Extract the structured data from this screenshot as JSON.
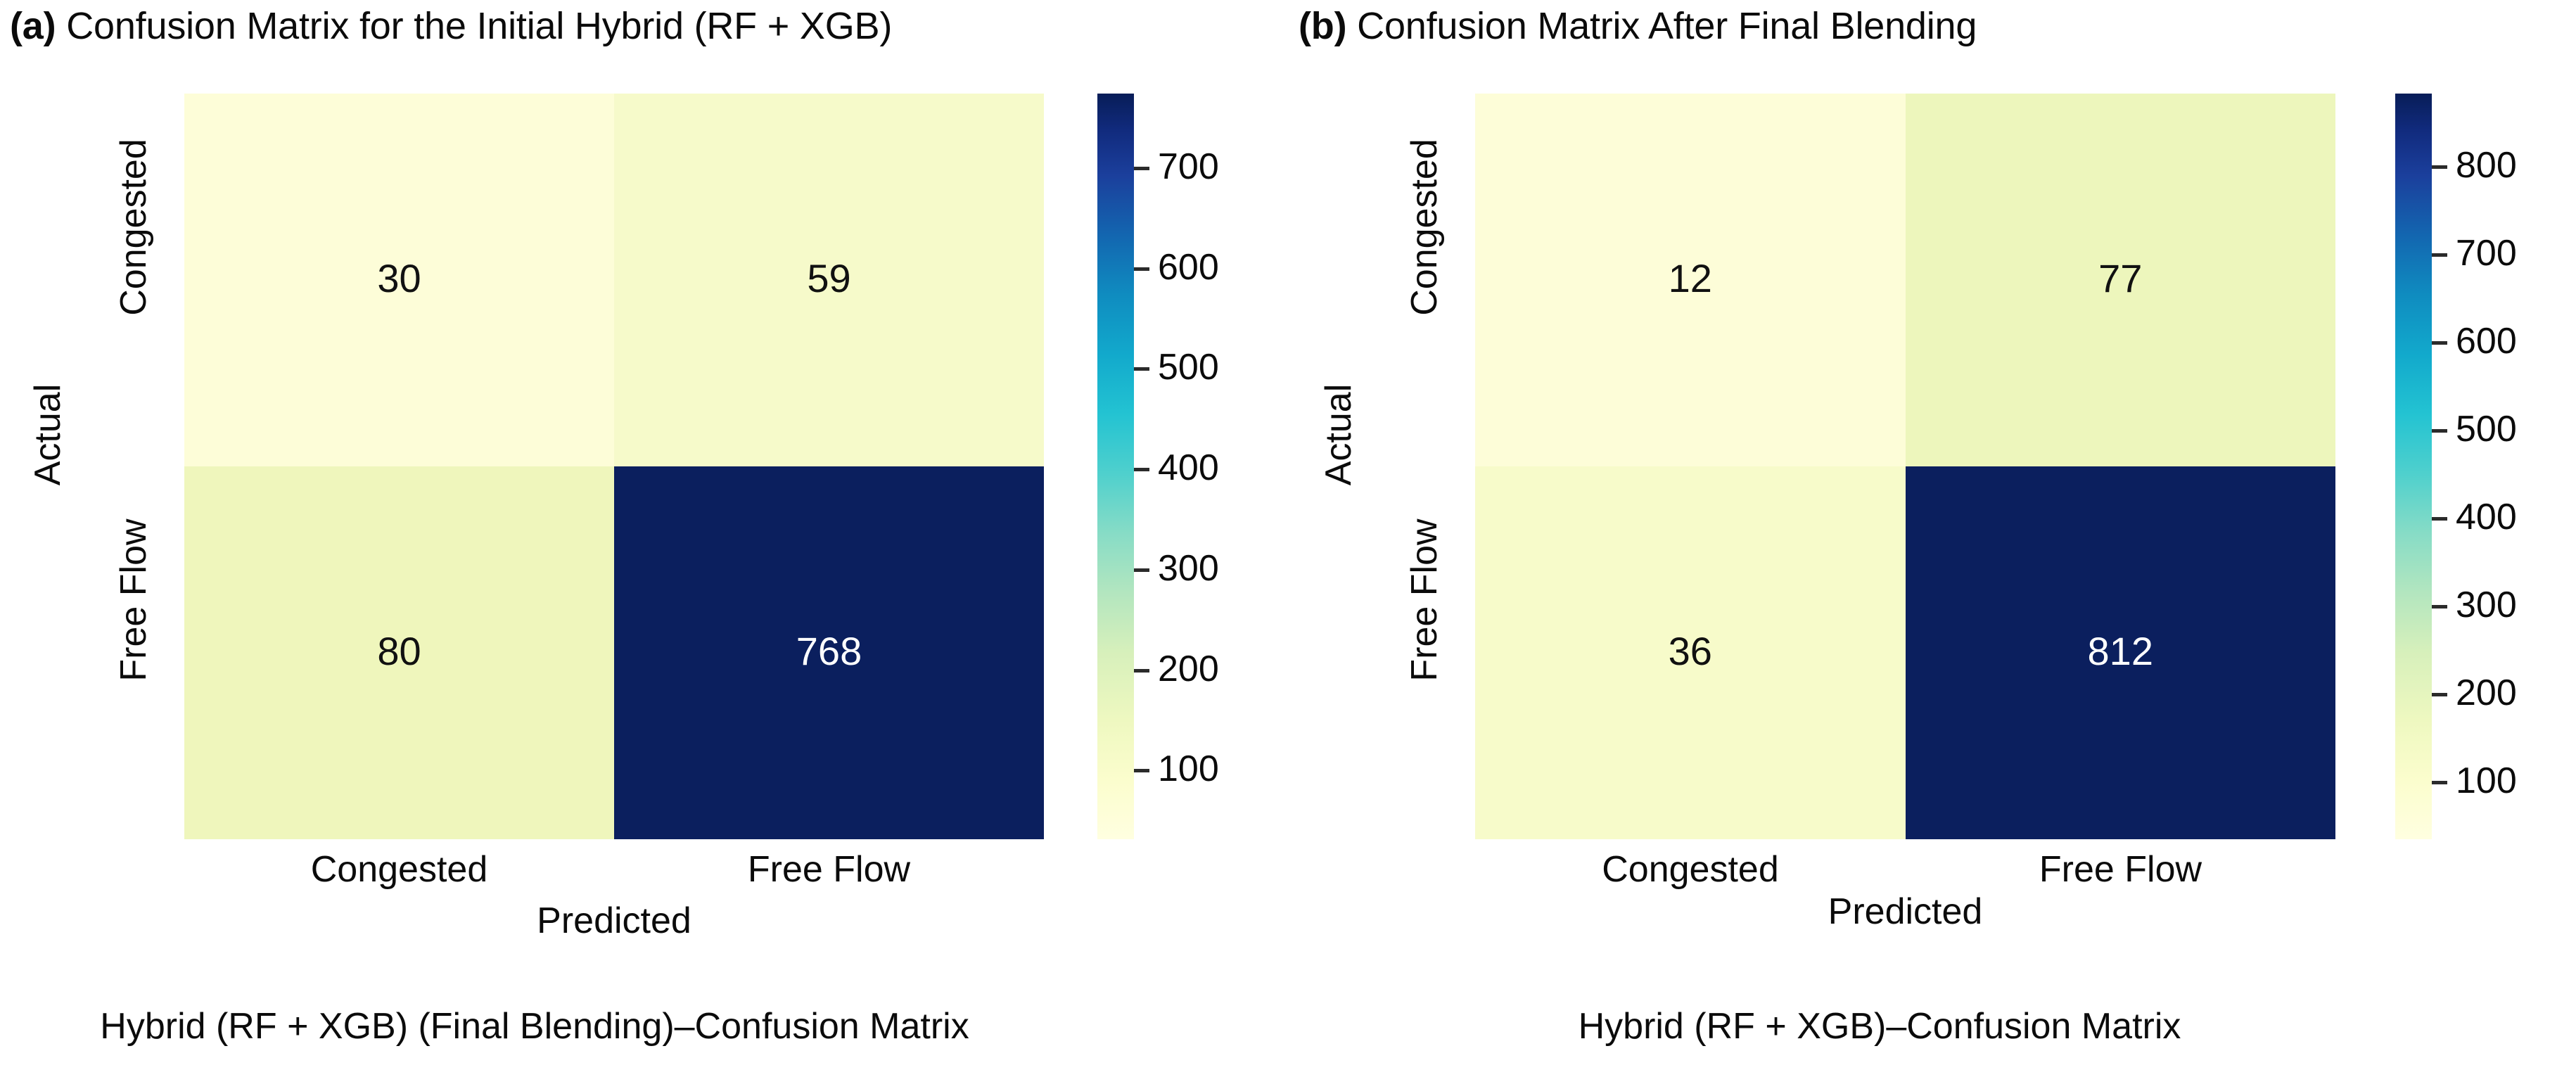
{
  "figure": {
    "panels": [
      {
        "id": "a",
        "tag": "(a)",
        "title": "Confusion Matrix for the Initial Hybrid (RF + XGB)",
        "caption": "Hybrid (RF + XGB) (Final Blending)–Confusion Matrix",
        "xlabel": "Predicted",
        "ylabel": "Actual",
        "xticks": [
          "Congested",
          "Free Flow"
        ],
        "yticks": [
          "Congested",
          "Free Flow"
        ],
        "cells": [
          [
            {
              "value": "30",
              "tone": "light"
            },
            {
              "value": "59",
              "tone": "light"
            }
          ],
          [
            {
              "value": "80",
              "tone": "light"
            },
            {
              "value": "768",
              "tone": "dark"
            }
          ]
        ],
        "colorbar": {
          "ticks": [
            "100",
            "200",
            "300",
            "400",
            "500",
            "600",
            "700"
          ],
          "vmin": 30,
          "vmax": 768
        }
      },
      {
        "id": "b",
        "tag": "(b)",
        "title": "Confusion Matrix After Final Blending",
        "caption": "Hybrid (RF + XGB)–Confusion Matrix",
        "xlabel": "Predicted",
        "ylabel": "Actual",
        "xticks": [
          "Congested",
          "Free Flow"
        ],
        "yticks": [
          "Congested",
          "Free Flow"
        ],
        "cells": [
          [
            {
              "value": "12",
              "tone": "light"
            },
            {
              "value": "77",
              "tone": "light"
            }
          ],
          [
            {
              "value": "36",
              "tone": "light"
            },
            {
              "value": "812",
              "tone": "dark"
            }
          ]
        ],
        "colorbar": {
          "ticks": [
            "100",
            "200",
            "300",
            "400",
            "500",
            "600",
            "700",
            "800"
          ],
          "vmin": 12,
          "vmax": 812
        }
      }
    ]
  },
  "colors": {
    "cmap_low": "#ffffe0",
    "cmap_high": "#081d58",
    "text_dark": "#0b0b0b",
    "text_on_dark": "#ffffff",
    "background": "#ffffff",
    "panel_a_cells": [
      "#fdfdd8",
      "#f3f8c3",
      "#eff6bd",
      "#0b1f5e"
    ],
    "panel_b_cells": [
      "#fdfdd8",
      "#edf6bc",
      "#f7fbca",
      "#0b1f5e"
    ]
  },
  "chart_data": {
    "type": "heatmap",
    "title": "Confusion matrices for hybrid RF + XGB traffic state classifier",
    "grid": false,
    "legend_position": "right (vertical colorbar)",
    "panels": [
      {
        "panel": "a",
        "title": "Confusion Matrix for the Initial Hybrid (RF + XGB)",
        "caption": "Hybrid (RF + XGB) (Final Blending)–Confusion Matrix",
        "xlabel": "Predicted",
        "ylabel": "Actual",
        "x_categories": [
          "Congested",
          "Free Flow"
        ],
        "y_categories": [
          "Congested",
          "Free Flow"
        ],
        "matrix": [
          [
            30,
            59
          ],
          [
            80,
            768
          ]
        ],
        "annotations": [
          "30",
          "59",
          "80",
          "768"
        ],
        "colorbar_ticks": [
          100,
          200,
          300,
          400,
          500,
          600,
          700
        ],
        "clim": [
          30,
          768
        ],
        "colormap": "YlGnBu"
      },
      {
        "panel": "b",
        "title": "Confusion Matrix After Final Blending",
        "caption": "Hybrid (RF + XGB)–Confusion Matrix",
        "xlabel": "Predicted",
        "ylabel": "Actual",
        "x_categories": [
          "Congested",
          "Free Flow"
        ],
        "y_categories": [
          "Congested",
          "Free Flow"
        ],
        "matrix": [
          [
            12,
            77
          ],
          [
            36,
            812
          ]
        ],
        "annotations": [
          "12",
          "77",
          "36",
          "812"
        ],
        "colorbar_ticks": [
          100,
          200,
          300,
          400,
          500,
          600,
          700,
          800
        ],
        "clim": [
          12,
          812
        ],
        "colormap": "YlGnBu"
      }
    ]
  }
}
